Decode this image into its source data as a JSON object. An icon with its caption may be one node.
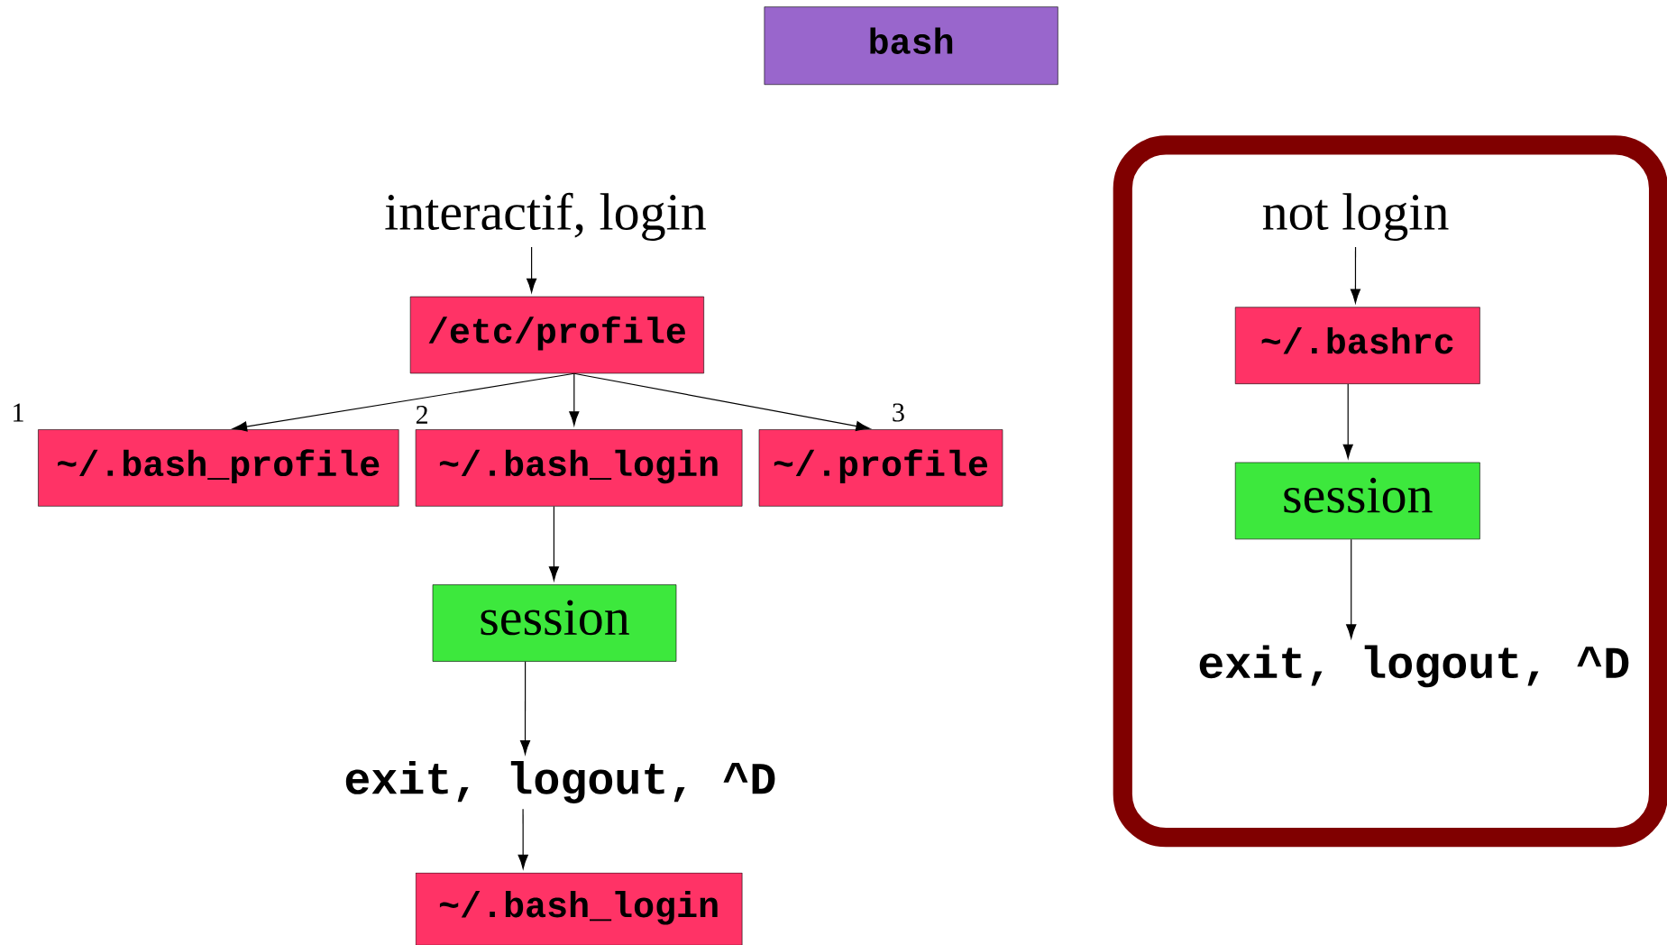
{
  "diagram": {
    "nodes": [
      {
        "text": [
          "bash"
        ]
      },
      {
        "text": [
          "interactif, login"
        ]
      },
      {
        "text": [
          "/etc/profile"
        ]
      },
      {
        "text": [
          "~/.bash_profile"
        ],
        "beside": [
          "1"
        ]
      },
      {
        "text": [
          "~/.bash_login"
        ],
        "beside": [
          "2"
        ]
      },
      {
        "text": [
          "~/.profile"
        ],
        "beside": [
          "3"
        ]
      },
      {
        "text": [
          "session"
        ]
      },
      {
        "text": [
          "exit, logout, ^D"
        ]
      },
      {
        "text": [
          "~/.bash_login"
        ]
      },
      {
        "text": [],
        "shape": "box"
      },
      {
        "text": [
          "not login"
        ],
        "in": 9
      },
      {
        "text": [
          "~/.bashrc"
        ],
        "in": 9
      },
      {
        "text": [
          "session"
        ],
        "in": 9
      },
      {
        "text": [
          "exit, logout, ^D"
        ],
        "in": 9
      }
    ],
    "edges": [
      {
        "from": 1,
        "to": 2,
        "arrow": "to"
      },
      {
        "from": 2,
        "to": 3,
        "arrow": "to"
      },
      {
        "from": 2,
        "to": 4,
        "arrow": "to"
      },
      {
        "from": 2,
        "to": 5,
        "arrow": "to"
      },
      {
        "from": 4,
        "to": 6,
        "arrow": "to"
      },
      {
        "from": 6,
        "to": 7,
        "arrow": "to"
      },
      {
        "from": 7,
        "to": 8,
        "arrow": "to"
      },
      {
        "from": 10,
        "to": 11,
        "arrow": "to"
      },
      {
        "from": 11,
        "to": 12,
        "arrow": "to"
      },
      {
        "from": 12,
        "to": 13,
        "arrow": "to"
      }
    ]
  }
}
